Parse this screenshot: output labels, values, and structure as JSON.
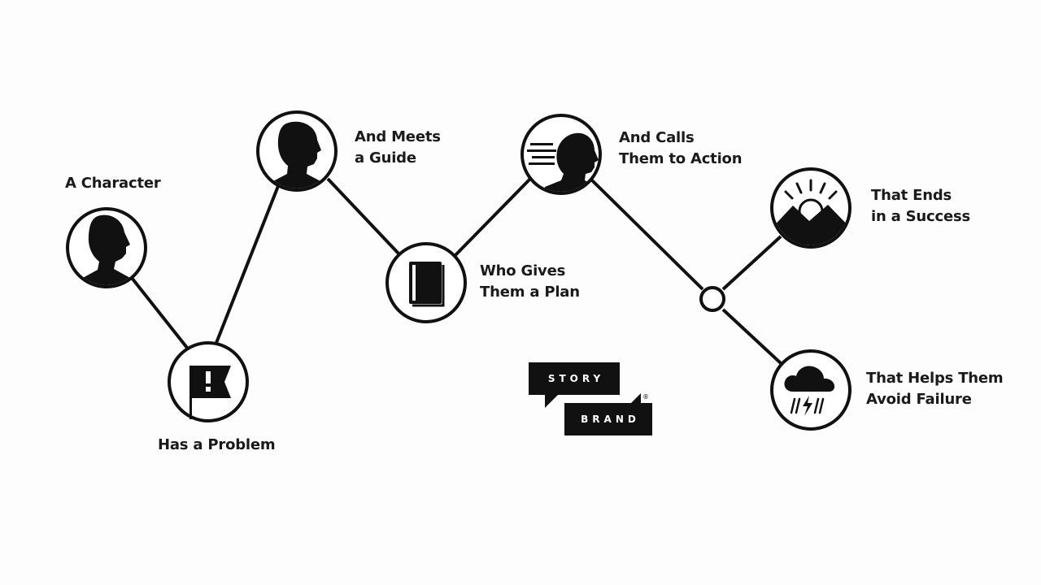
{
  "steps": [
    {
      "id": "character",
      "lines": [
        "A Character"
      ]
    },
    {
      "id": "problem",
      "lines": [
        "Has a Problem"
      ]
    },
    {
      "id": "guide",
      "lines": [
        "And Meets",
        "a Guide"
      ]
    },
    {
      "id": "plan",
      "lines": [
        "Who Gives",
        "Them a Plan"
      ]
    },
    {
      "id": "action",
      "lines": [
        "And Calls",
        "Them to Action"
      ]
    },
    {
      "id": "success",
      "lines": [
        "That Ends",
        "in a Success"
      ]
    },
    {
      "id": "failure",
      "lines": [
        "That Helps Them",
        "Avoid Failure"
      ]
    }
  ],
  "logo": {
    "top": "STORY",
    "bottom": "BRAND",
    "mark": "®"
  },
  "icons": {
    "character": "person-silhouette-icon",
    "problem": "flag-icon",
    "guide": "guide-silhouette-icon",
    "plan": "book-icon",
    "action": "running-person-icon",
    "success": "sunrise-mountain-icon",
    "failure": "storm-cloud-icon"
  },
  "colors": {
    "ink": "#111111",
    "background": "#fdfdfd"
  }
}
